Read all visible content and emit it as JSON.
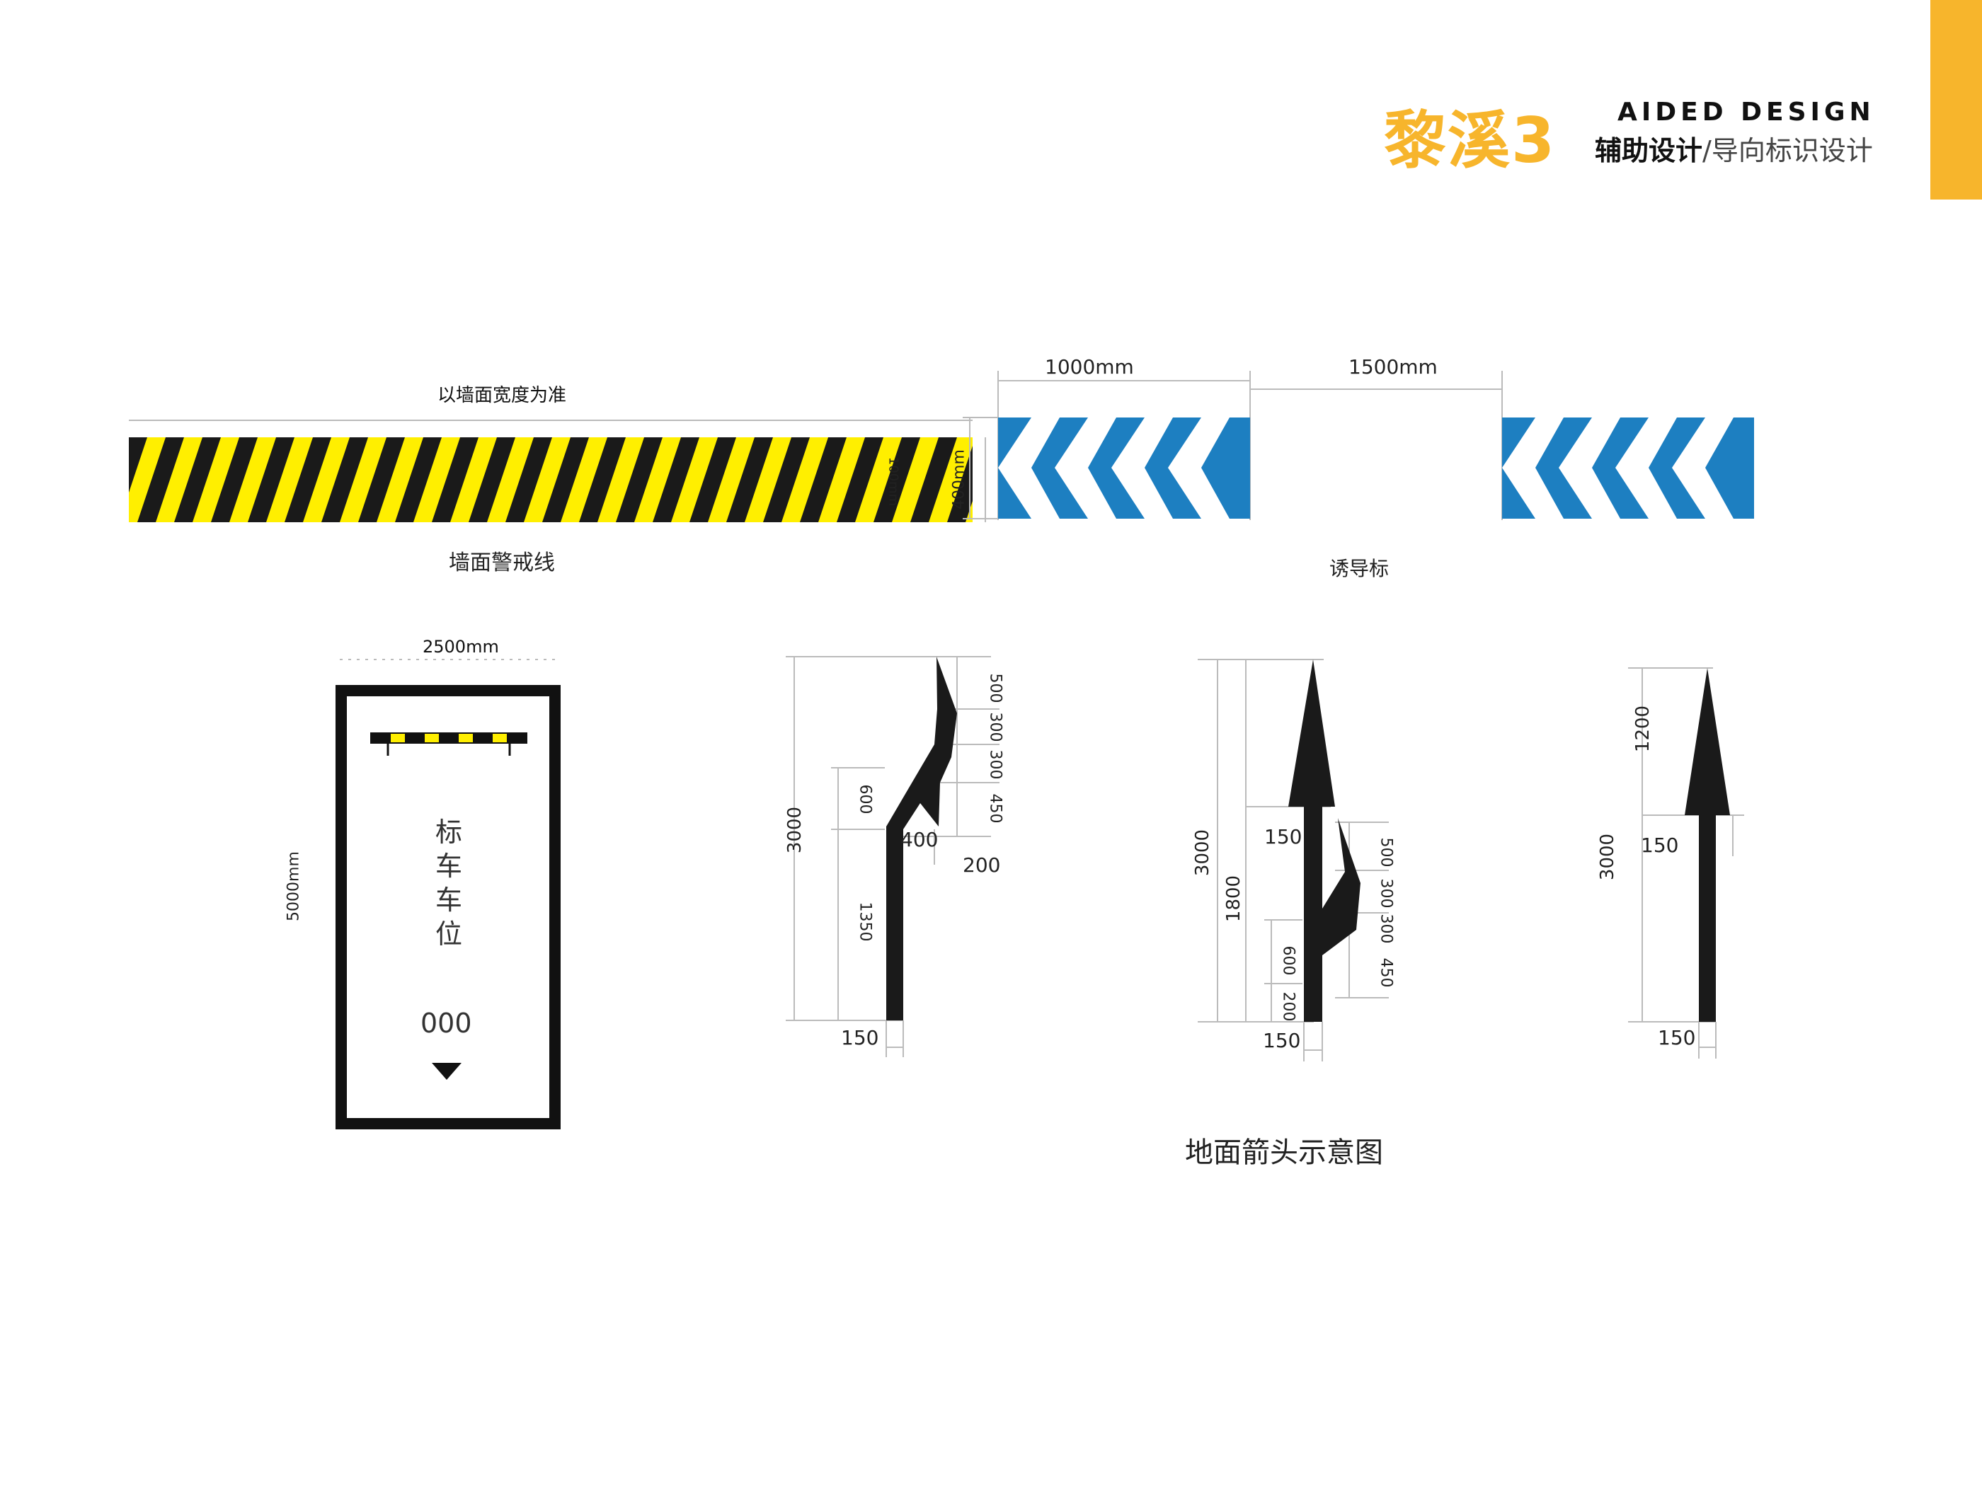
{
  "header": {
    "brand_cn": "黎溪3",
    "brand_en": "AIDED DESIGN",
    "sub_bold": "辅助设计",
    "sub_sep": "/",
    "sub_normal": "导向标识设计"
  },
  "colors": {
    "accent": "#f7b52c",
    "warning_yellow": "#ffef00",
    "chevron_blue": "#1d7fc1",
    "arrow_black": "#1a1a1a"
  },
  "wall_stripe": {
    "top_label": "以墙面宽度为准",
    "height_label": "100mm",
    "caption": "墙面警戒线"
  },
  "guide_sign": {
    "width_label": "1000mm",
    "gap_label": "1500mm",
    "height_label": "400mm",
    "caption": "诱导标"
  },
  "parking": {
    "width_label": "2500mm",
    "height_label": "5000mm",
    "text_chars": [
      "标",
      "车",
      "车",
      "位"
    ],
    "number": "000"
  },
  "arrow_turn": {
    "total": "3000",
    "seg_600": "600",
    "seg_1350": "1350",
    "r500": "500",
    "r300a": "300",
    "r300b": "300",
    "r450": "450",
    "w400": "400",
    "w200": "200",
    "w150": "150"
  },
  "arrow_combo": {
    "total": "3000",
    "h1800": "1800",
    "w150a": "150",
    "seg_600": "600",
    "seg_200": "200",
    "r500": "500",
    "r300a": "300",
    "r300b": "300",
    "r450": "450",
    "w150b": "150"
  },
  "arrow_straight": {
    "h1200": "1200",
    "total": "3000",
    "w150a": "150",
    "w150b": "150"
  },
  "ground_caption": "地面箭头示意图"
}
